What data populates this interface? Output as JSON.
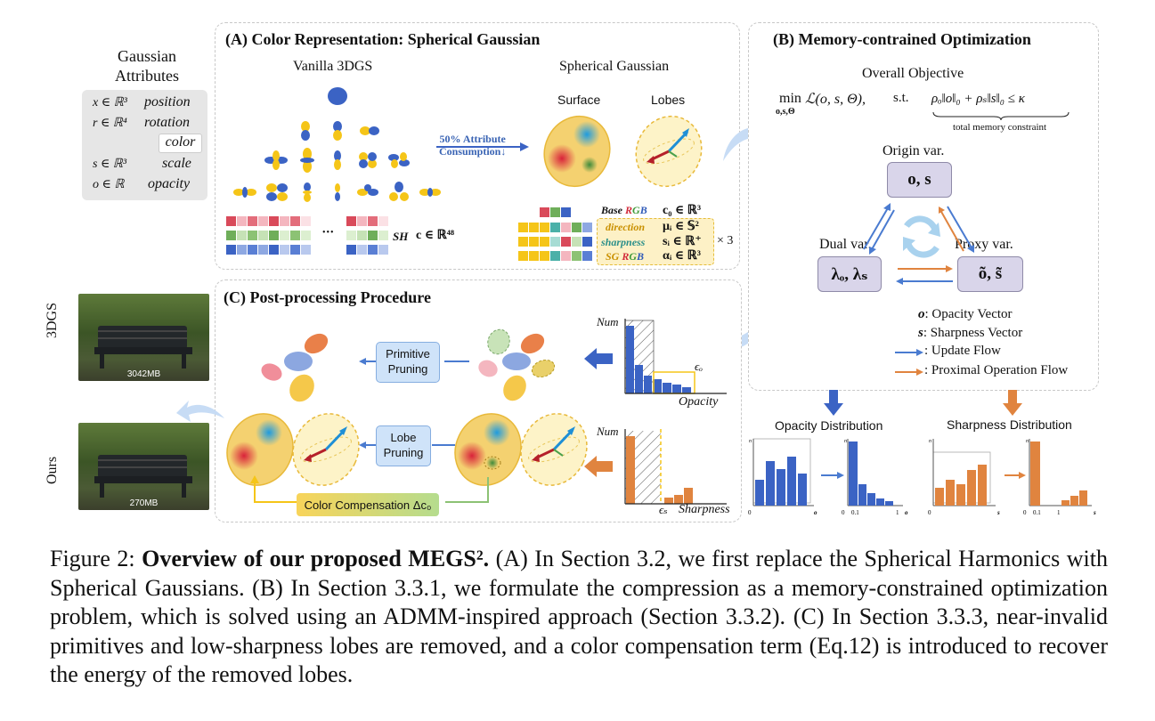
{
  "figure": {
    "panel_a": {
      "title": "(A) Color Representation: Spherical Gaussian",
      "vanilla_label": "Vanilla 3DGS",
      "sg_label": "Spherical Gaussian",
      "surface_label": "Surface",
      "lobes_label": "Lobes",
      "arrow_label_line1": "50% Attribute",
      "arrow_label_line2": "Consumption↓",
      "ellipsis": "•••",
      "sh_label": "SH",
      "sh_dim": "c ∈ ℝ⁴⁸",
      "sg_rows": [
        {
          "name_prefix": "Base ",
          "name_r": "R",
          "name_g": "G",
          "name_b": "B",
          "symbol": "c₀ ∈ ℝ³"
        },
        {
          "name": "direction",
          "symbol": "μᵢ ∈ 𝕊²"
        },
        {
          "name": "sharpness",
          "symbol": "sᵢ ∈ ℝ⁺",
          "suffix": "× 3"
        },
        {
          "name_prefix": "SG ",
          "name_r": "R",
          "name_g": "G",
          "name_b": "B",
          "symbol": "αᵢ ∈ ℝ³"
        }
      ]
    },
    "attributes": {
      "title_line1": "Gaussian",
      "title_line2": "Attributes",
      "rows": [
        {
          "symbol": "x ∈ ℝ³",
          "name": "position"
        },
        {
          "symbol": "r ∈ ℝ⁴",
          "name": "rotation"
        },
        {
          "symbol": "",
          "name": "color"
        },
        {
          "symbol": "s ∈ ℝ³",
          "name": "scale"
        },
        {
          "symbol": "o ∈ ℝ",
          "name": "opacity"
        }
      ]
    },
    "panel_b": {
      "title": "(B) Memory-contrained Optimization",
      "objective_label": "Overall Objective",
      "objective_min": "min",
      "objective_sub": "o,s,Θ",
      "objective_fn": "ℒ(o, s, Θ),",
      "st": "s.t.",
      "constraint": "ρₒ‖o‖₀ + ρₛ‖s‖₀ ≤ κ",
      "constraint_note": "total memory constraint",
      "origin_label": "Origin var.",
      "origin_box": "o, s",
      "dual_label": "Dual var.",
      "dual_box": "λₒ, λₛ",
      "proxy_label": "Proxy var.",
      "proxy_box": "õ, s̃",
      "legend": [
        {
          "key": "o",
          "text": ": Opacity Vector"
        },
        {
          "key": "s",
          "text": ": Sharpness Vector"
        },
        {
          "key": "",
          "text": ": Update Flow"
        },
        {
          "key": "",
          "text": ": Proximal Operation Flow"
        }
      ]
    },
    "panel_c": {
      "title": "(C) Post-processing Procedure",
      "primitive_pruning": "Primitive Pruning",
      "lobe_pruning": "Lobe Pruning",
      "color_comp": "Color Compensation Δc₀",
      "hist_top_y": "Num",
      "hist_top_x": "Opacity",
      "hist_top_eps": "ϵₒ",
      "hist_bottom_y": "Num",
      "hist_bottom_x": "Sharpness",
      "hist_bottom_eps": "ϵₛ"
    },
    "photos": {
      "top_side": "3DGS",
      "top_size": "3042MB",
      "bottom_side": "Ours",
      "bottom_size": "270MB"
    },
    "distributions": {
      "opacity_title": "Opacity Distribution",
      "sharpness_title": "Sharpness Distribution",
      "axis_n": "n",
      "axis_zero": "0",
      "tick_01": "0.1",
      "tick_1": "1",
      "axis_o": "o",
      "axis_s": "s"
    },
    "caption": {
      "prefix": "Figure 2: ",
      "bold": "Overview of our proposed MEGS².",
      "body": " (A) In Section 3.2, we first replace the Spherical Harmonics with Spherical Gaussians. (B) In Section 3.3.1, we formulate the compression as a memory-constrained optimization problem, which is solved using an ADMM-inspired approach (Section 3.3.2). (C) In Section 3.3.3, near-invalid primitives and low-sharpness lobes are removed, and a color compensation term (Eq.12) is introduced to recover the energy of the removed lobes."
    }
  },
  "colors": {
    "blue": "#3b63c4",
    "yellow": "#f5c518",
    "orange": "#e3874a",
    "blue_flow": "#4a7bd0",
    "orange_flow": "#e0843f",
    "var_box": "#d9d5ea",
    "pruning_box": "#cfe3f9"
  }
}
